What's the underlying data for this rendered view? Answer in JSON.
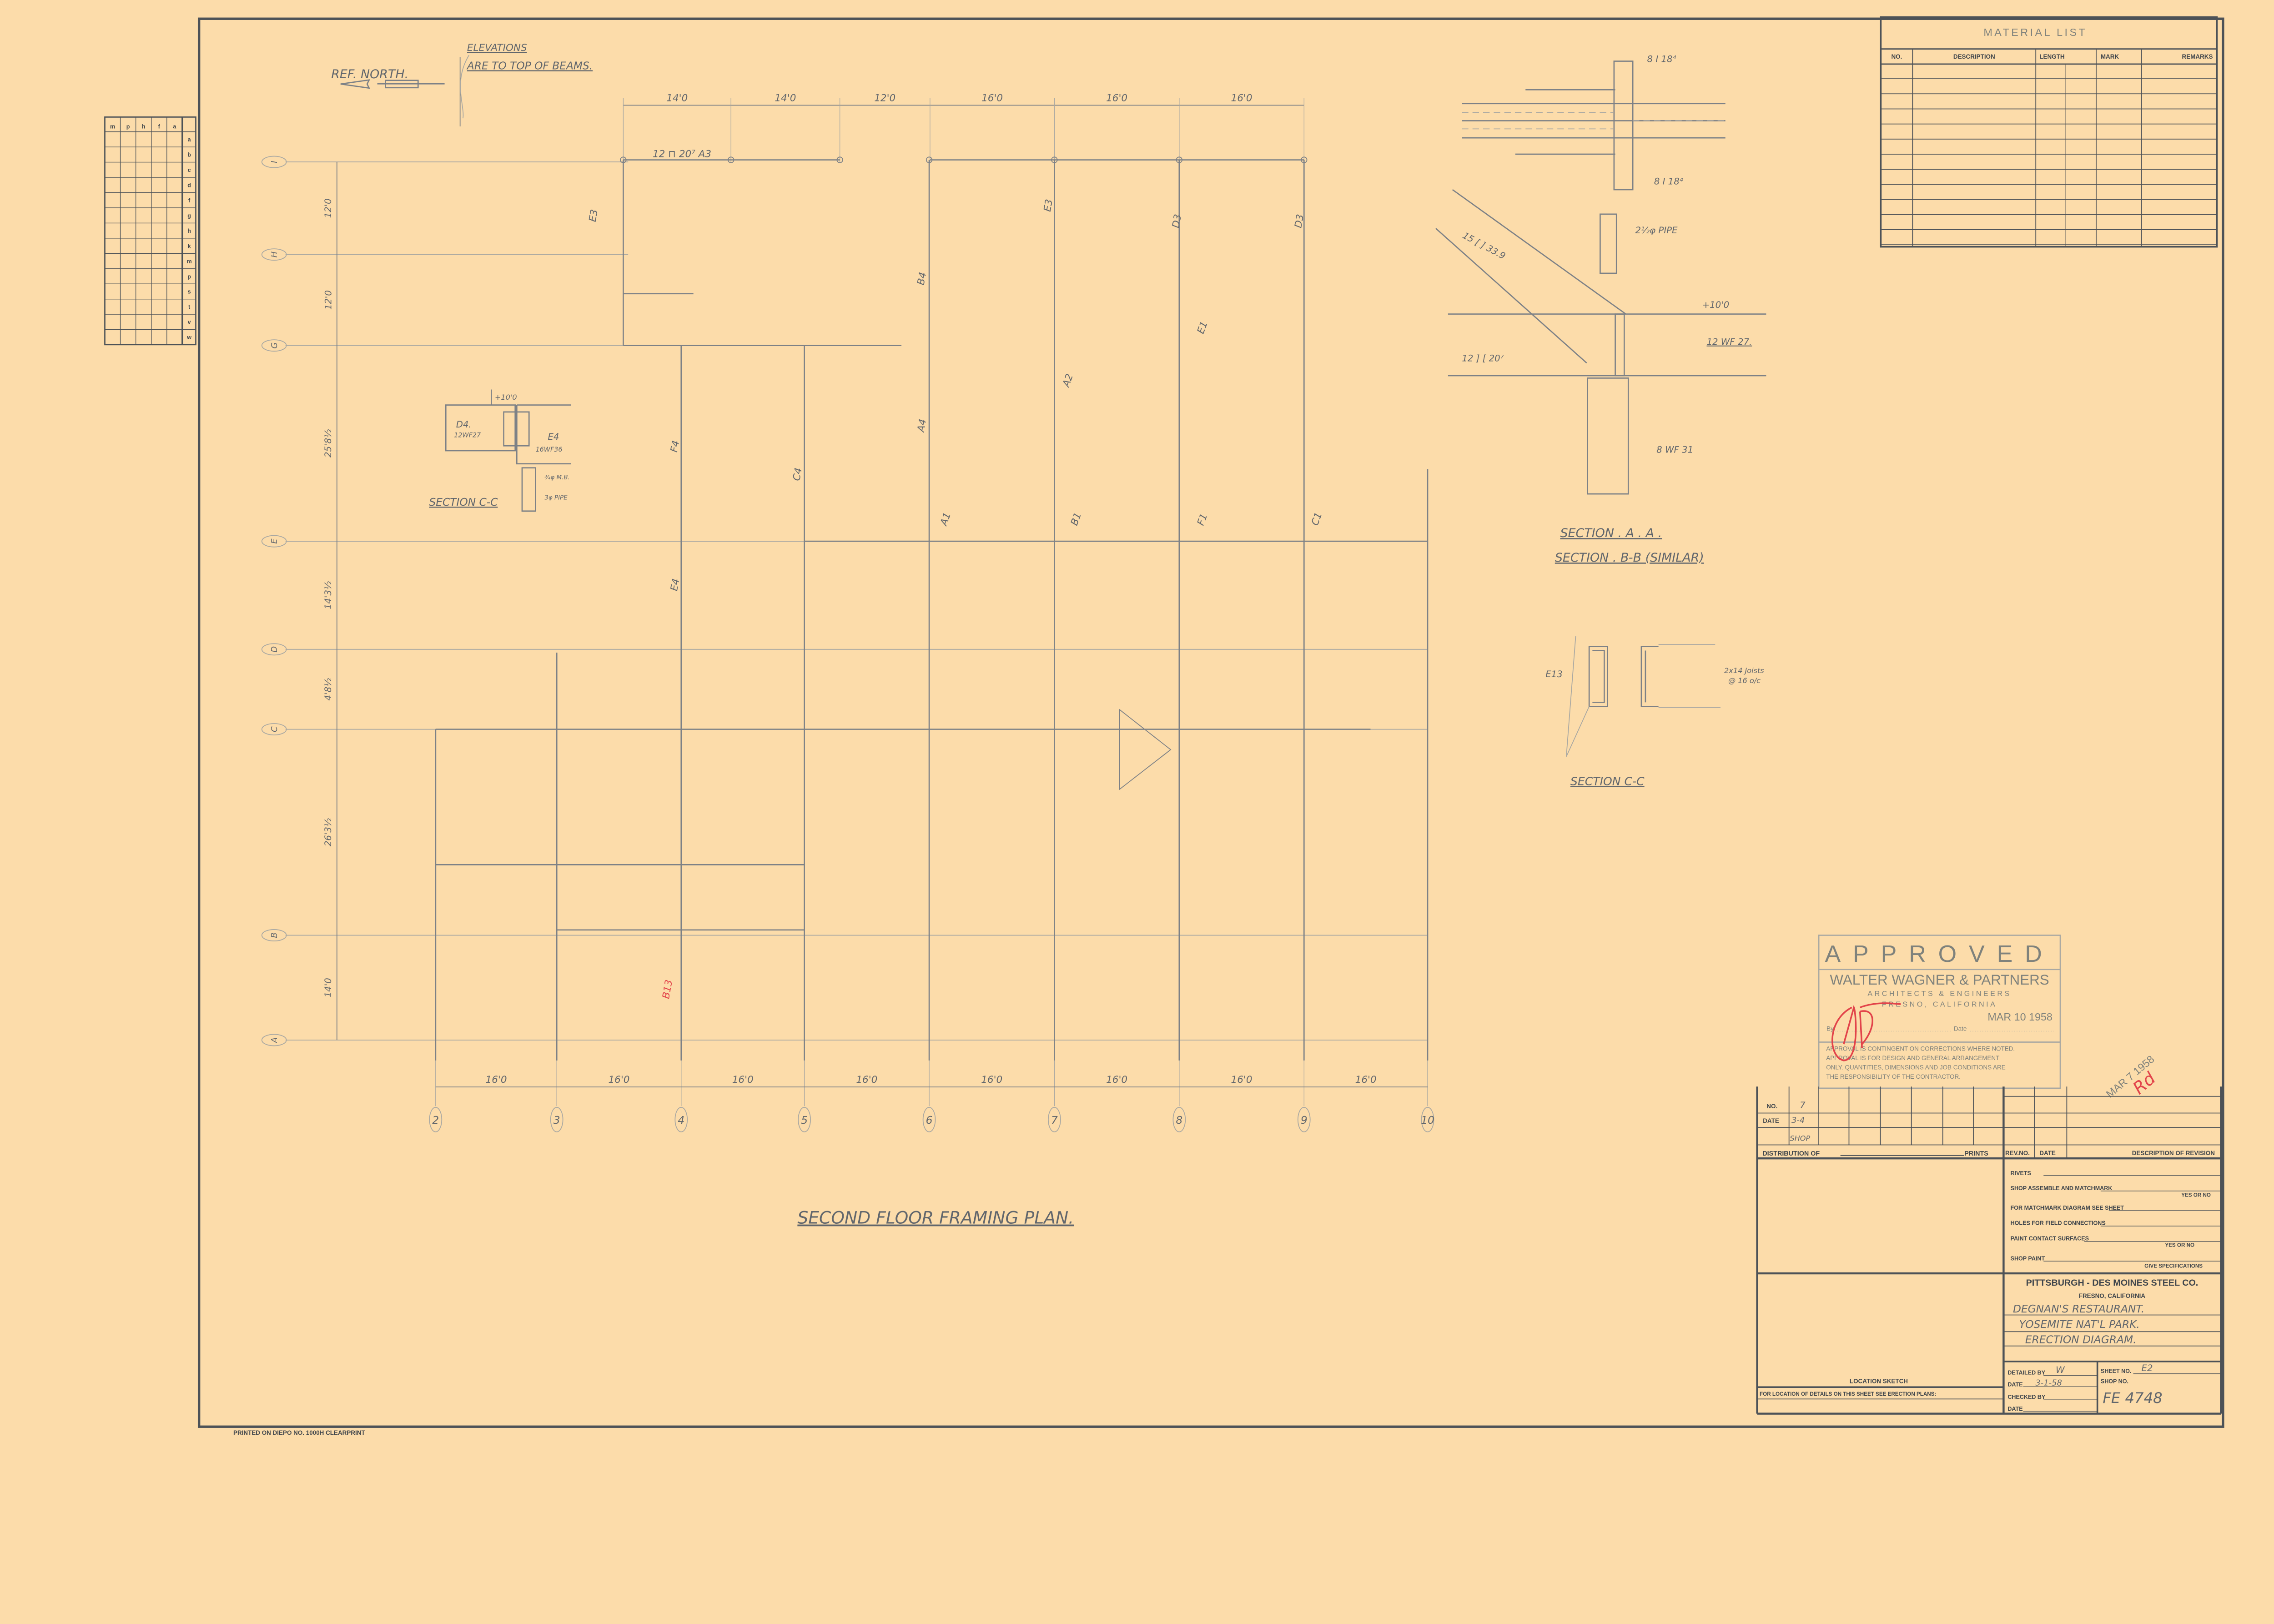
{
  "colors": {
    "paper": "#fcdcaa",
    "ink": "#4d5257",
    "pencil": "#7d8186",
    "red_pencil": "#e2434a"
  },
  "plan": {
    "title": "SECOND FLOOR FRAMING PLAN.",
    "north_label": "REF. NORTH.",
    "elevations_note_1": "ELEVATIONS",
    "elevations_note_2": "ARE TO TOP OF BEAMS.",
    "column_bubbles": [
      "2",
      "3",
      "4",
      "5",
      "6",
      "7",
      "8",
      "9",
      "10"
    ],
    "row_bubbles": [
      "I",
      "H",
      "G",
      "E",
      "D",
      "C",
      "B",
      "A"
    ],
    "top_dimensions": [
      "14'0",
      "14'0",
      "12'0",
      "16'0",
      "16'0",
      "16'0"
    ],
    "bottom_dimensions": [
      "16'0",
      "16'0",
      "16'0",
      "16'0",
      "16'0",
      "16'0",
      "16'0",
      "16'0"
    ],
    "left_dimensions": [
      "12'0",
      "12'0",
      "25'8½",
      "14'3½",
      "4'8½",
      "26'3½",
      "14'0"
    ],
    "member_marks": [
      "12 ⊓ 20⁷ A3",
      "E3",
      "B4",
      "A4",
      "C4",
      "F4",
      "E4",
      "A1",
      "B1",
      "C1",
      "F1",
      "D3",
      "D3",
      "E3",
      "A2",
      "E1",
      "B13"
    ],
    "red_mark": "B13"
  },
  "section_cc_left": {
    "title": "SECTION C-C",
    "elevation": "+10'0",
    "beam_left_mark": "D4.",
    "beam_left_size": "12WF27",
    "beam_right_mark": "E4",
    "beam_right_size": "16WF36",
    "bolt_note": "¾φ M.B.",
    "pipe_note": "3φ PIPE"
  },
  "section_aa": {
    "title_1": "SECTION . A . A .",
    "title_2": "SECTION . B-B (SIMILAR)",
    "top_col_1": "8 I 18⁴",
    "top_col_2": "8 I 18⁴",
    "pipe": "2½φ PIPE",
    "diagonal": "15 [ ] 33.9",
    "beam_left": "12 ] [ 20⁷",
    "elevation": "+10'0",
    "beam_right": "12 WF 27.",
    "column": "8 WF 31"
  },
  "section_cc_right": {
    "title": "SECTION C-C",
    "mark": "E13",
    "joists_1": "2x14 Joists",
    "joists_2": "@ 16 o/c"
  },
  "material_list": {
    "title": "MATERIAL LIST",
    "columns": [
      "NO.",
      "DESCRIPTION",
      "LENGTH",
      "MARK",
      "REMARKS"
    ]
  },
  "symbol_table": {
    "columns": [
      "m",
      "p",
      "h",
      "f",
      "a"
    ],
    "rows": [
      "a",
      "b",
      "c",
      "d",
      "f",
      "g",
      "h",
      "k",
      "m",
      "p",
      "s",
      "t",
      "v",
      "w"
    ]
  },
  "approval_stamp": {
    "title": "APPROVED",
    "firm": "WALTER WAGNER & PARTNERS",
    "subtitle": "ARCHITECTS & ENGINEERS",
    "city": "FRESNO, CALIFORNIA",
    "date": "MAR 10 1958",
    "by_label": "By",
    "date_label": "Date",
    "notes": [
      "APPROVAL IS CONTINGENT ON CORRECTIONS WHERE NOTED.",
      "APPROVAL IS FOR DESIGN AND GENERAL ARRANGEMENT",
      "ONLY. QUANTITIES, DIMENSIONS AND JOB CONDITIONS ARE",
      "THE RESPONSIBILITY OF THE CONTRACTOR."
    ],
    "initials": "JB"
  },
  "received_stamp": {
    "date": "MAR 7 1958",
    "initials": "Rd"
  },
  "title_block": {
    "no_label": "NO.",
    "no_value": "7",
    "date_label": "DATE",
    "date_value": "3-4",
    "shop_note": "SHOP",
    "distribution_label": "DISTRIBUTION OF",
    "prints_label": "PRINTS",
    "rev_no": "REV.NO.",
    "rev_date": "DATE",
    "rev_description": "DESCRIPTION OF REVISION",
    "rivets": "RIVETS",
    "shop_assemble": "SHOP ASSEMBLE AND MATCHMARK",
    "yes_or_no_1": "YES OR NO",
    "matchmark_diagram": "FOR MATCHMARK DIAGRAM SEE SHEET",
    "holes": "HOLES FOR FIELD CONNECTIONS",
    "paint_contact": "PAINT CONTACT SURFACES",
    "yes_or_no_2": "YES OR NO",
    "shop_paint": "SHOP PAINT",
    "give_specs": "GIVE SPECIFICATIONS",
    "company": "PITTSBURGH - DES MOINES STEEL CO.",
    "company_city": "FRESNO, CALIFORNIA",
    "project_1": "DEGNAN'S RESTAURANT.",
    "project_2": "YOSEMITE NAT'L PARK.",
    "project_3": "ERECTION DIAGRAM.",
    "detailed_by_label": "DETAILED BY",
    "detailed_by": "W",
    "date2_label": "DATE",
    "date2": "3-1-58",
    "checked_by_label": "CHECKED BY",
    "date3_label": "DATE",
    "sheet_no_label": "SHEET NO.",
    "sheet_no": "E2",
    "shop_no_label": "SHOP NO.",
    "shop_no": "FE 4748",
    "location_sketch": "LOCATION SKETCH",
    "location_note": "FOR LOCATION OF DETAILS ON THIS SHEET SEE ERECTION PLANS:"
  },
  "footer_print": "PRINTED ON DIEPO NO. 1000H CLEARPRINT"
}
